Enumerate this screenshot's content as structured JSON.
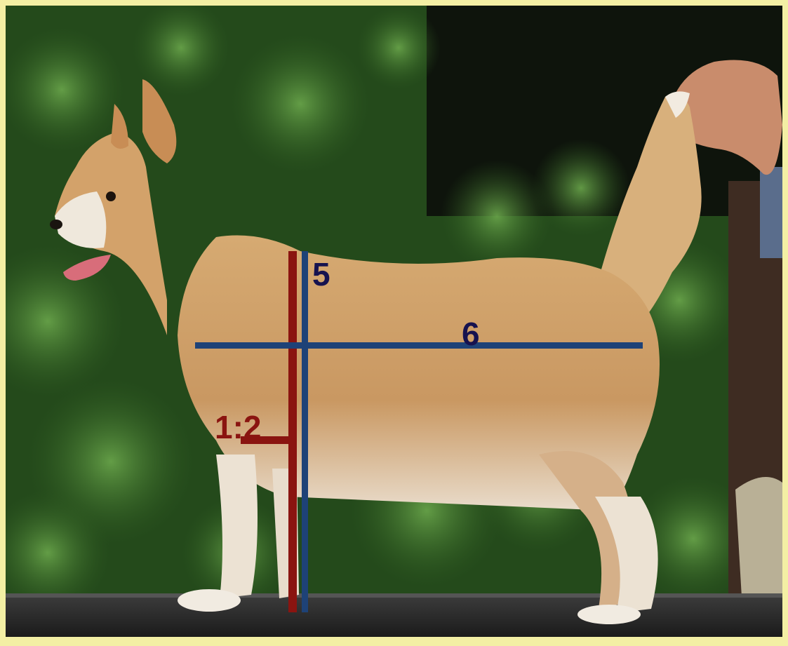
{
  "image": {
    "subject": "dog-standing-profile",
    "accent_colors": {
      "blue_lines": "#1e4277",
      "red_lines": "#8a1410",
      "label_blue": "#16124f",
      "frame": "#f3efa4"
    }
  },
  "annotations": {
    "height_label": "5",
    "length_label": "6",
    "ratio_label": "1:2"
  }
}
